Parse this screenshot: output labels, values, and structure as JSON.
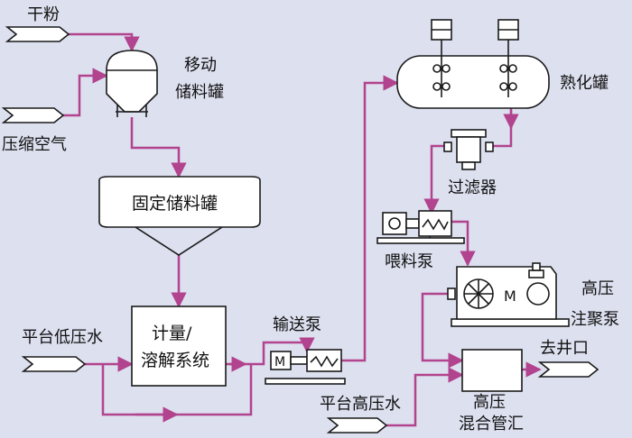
{
  "colors": {
    "background": "#dde0ef",
    "pipe": "#b2438e",
    "equipment_fill": "#ffffff",
    "stroke": "#1a1a1a"
  },
  "labels": {
    "dry_powder": "干粉",
    "compressed_air": "压缩空气",
    "mobile_tank_line1": "移动",
    "mobile_tank_line2": "储料罐",
    "fixed_tank": "固定储料罐",
    "metering_line1": "计量/",
    "metering_line2": "溶解系统",
    "platform_low_water": "平台低压水",
    "transfer_pump": "输送泵",
    "maturation_tank": "熟化罐",
    "filter": "过滤器",
    "feed_pump": "喂料泵",
    "hp_pump_line1": "高压",
    "hp_pump_line2": "注聚泵",
    "to_well": "去井口",
    "platform_high_water": "平台高压水",
    "manifold_line1": "高压",
    "manifold_line2": "混合管汇",
    "motor_letter_1": "M",
    "motor_letter_2": "M"
  }
}
